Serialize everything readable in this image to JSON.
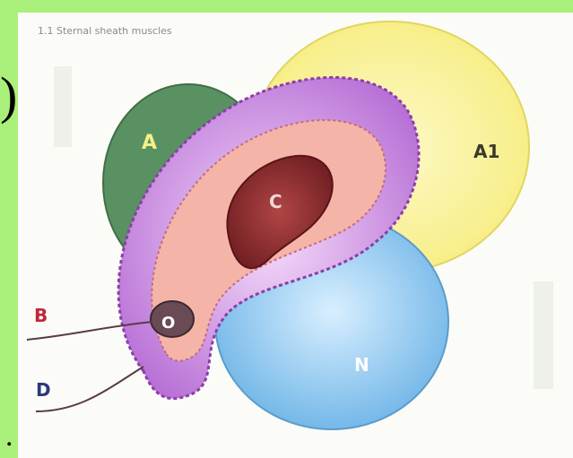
{
  "slide": {
    "paren": ")",
    "dot": "."
  },
  "figure": {
    "caption": "1.1 Sternal sheath muscles",
    "labels": {
      "green_region": "A",
      "yellow_region": "A1",
      "dark_center": "C",
      "center_dark_dot": "O",
      "blue_region": "N",
      "line_upper": "B",
      "line_lower": "D"
    }
  },
  "colors": {
    "slide_background": "#a8f07a",
    "figure_background": "#fbfcf7",
    "green_region": "#4f8a5a",
    "yellow_region": "#fbf49a",
    "purple_band": "#c98ae0",
    "pink_band": "#f4a8a0",
    "dark_center": "#8f2f2f",
    "blue_region": "#8cc6ee",
    "label_red": "#c0263a",
    "label_navy": "#2a3a7a"
  }
}
